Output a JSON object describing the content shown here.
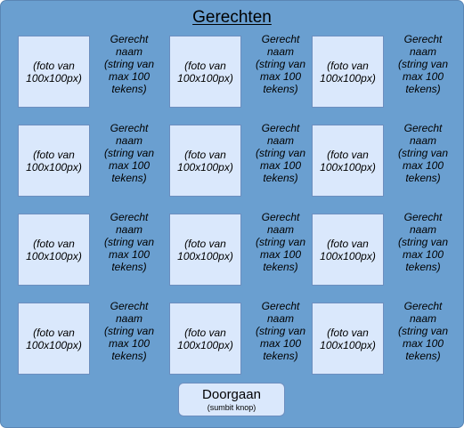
{
  "header": {
    "title": "Gerechten"
  },
  "grid": {
    "items": [
      {
        "photo": "(foto van 100x100px)",
        "name": "Gerecht naam (string van max 100 tekens)"
      },
      {
        "photo": "(foto van 100x100px)",
        "name": "Gerecht naam (string van max 100 tekens)"
      },
      {
        "photo": "(foto van 100x100px)",
        "name": "Gerecht naam (string van max 100 tekens)"
      },
      {
        "photo": "(foto van 100x100px)",
        "name": "Gerecht naam (string van max 100 tekens)"
      },
      {
        "photo": "(foto van 100x100px)",
        "name": "Gerecht naam (string van max 100 tekens)"
      },
      {
        "photo": "(foto van 100x100px)",
        "name": "Gerecht naam (string van max 100 tekens)"
      },
      {
        "photo": "(foto van 100x100px)",
        "name": "Gerecht naam (string van max 100 tekens)"
      },
      {
        "photo": "(foto van 100x100px)",
        "name": "Gerecht naam (string van max 100 tekens)"
      },
      {
        "photo": "(foto van 100x100px)",
        "name": "Gerecht naam (string van max 100 tekens)"
      },
      {
        "photo": "(foto van 100x100px)",
        "name": "Gerecht naam (string van max 100 tekens)"
      },
      {
        "photo": "(foto van 100x100px)",
        "name": "Gerecht naam (string van max 100 tekens)"
      },
      {
        "photo": "(foto van 100x100px)",
        "name": "Gerecht naam (string van max 100 tekens)"
      }
    ]
  },
  "submit": {
    "label": "Doorgaan",
    "note": "(sumbit knop)"
  },
  "colors": {
    "panel_background": "#6a9fd0",
    "tile_fill": "#dae8fc",
    "tile_border": "#6c8ebf"
  }
}
